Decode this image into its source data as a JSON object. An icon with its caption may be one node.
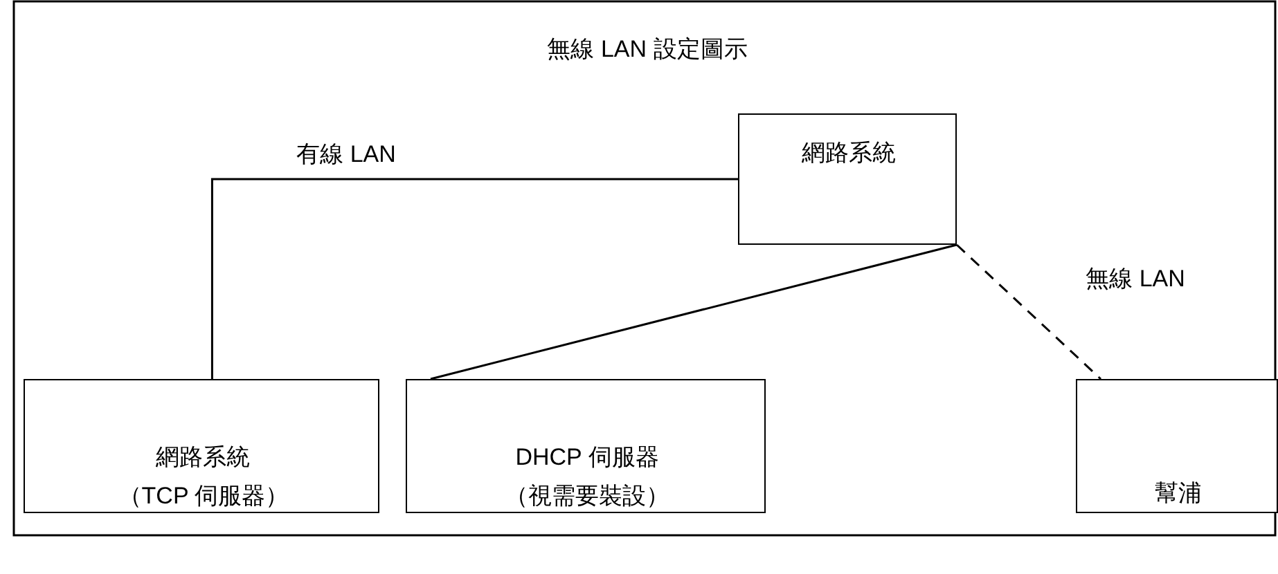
{
  "diagram": {
    "title": "無線 LAN 設定圖示",
    "nodes": [
      {
        "text": [
          "網路系統"
        ]
      },
      {
        "text": [
          "網路系統",
          "（TCP 伺服器）"
        ]
      },
      {
        "text": [
          "DHCP 伺服器",
          "（視需要裝設）"
        ]
      },
      {
        "text": [
          "幫浦"
        ]
      }
    ],
    "edges": [
      {
        "from": 0,
        "to": 1,
        "arrow": "none",
        "label": "有線 LAN"
      },
      {
        "from": 0,
        "to": 2,
        "arrow": "none"
      },
      {
        "from": 0,
        "to": 3,
        "arrow": "none",
        "style": "dashed",
        "label": "無線 LAN"
      }
    ]
  }
}
